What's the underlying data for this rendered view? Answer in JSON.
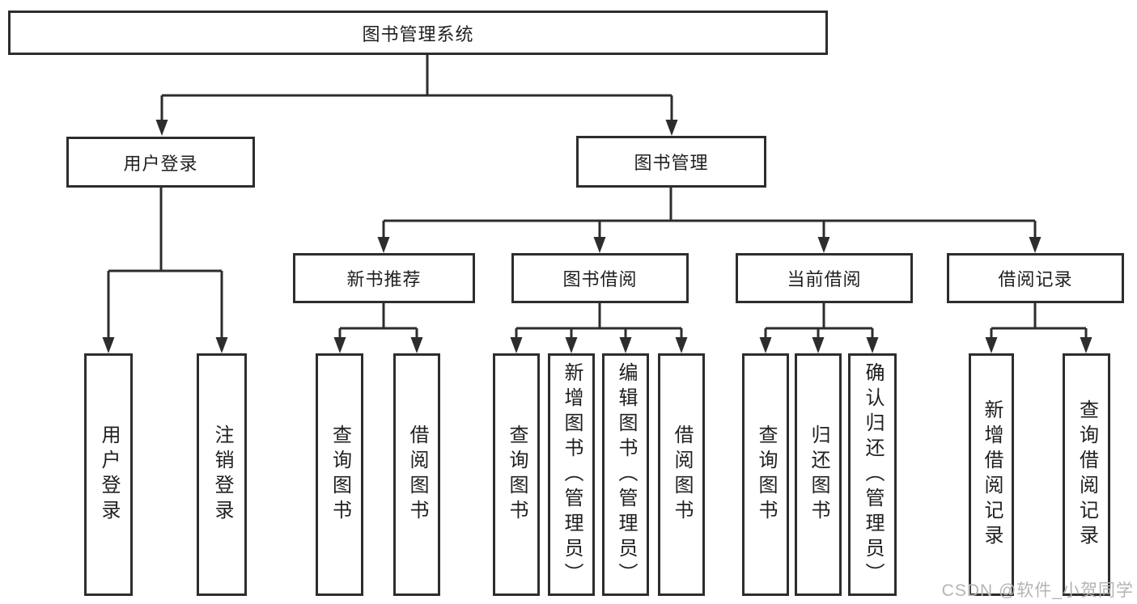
{
  "tree": {
    "label": "图书管理系统",
    "children": [
      {
        "label": "用户登录",
        "children": [
          {
            "label": "用户登录"
          },
          {
            "label": "注销登录"
          }
        ]
      },
      {
        "label": "图书管理",
        "children": [
          {
            "label": "新书推荐",
            "children": [
              {
                "label": "查询图书"
              },
              {
                "label": "借阅图书"
              }
            ]
          },
          {
            "label": "图书借阅",
            "children": [
              {
                "label": "查询图书"
              },
              {
                "label": "新增图书（管理员）"
              },
              {
                "label": "编辑图书（管理员）"
              },
              {
                "label": "借阅图书"
              }
            ]
          },
          {
            "label": "当前借阅",
            "children": [
              {
                "label": "查询图书"
              },
              {
                "label": "归还图书"
              },
              {
                "label": "确认归还（管理员）"
              }
            ]
          },
          {
            "label": "借阅记录",
            "children": [
              {
                "label": "新增借阅记录"
              },
              {
                "label": "查询借阅记录"
              }
            ]
          }
        ]
      }
    ]
  },
  "watermark": "CSDN @软件_小贺同学",
  "colors": {
    "line": "#2d2d2d",
    "text": "#1f1f1f",
    "watermark_text": "#b4b4b4",
    "background": "#ffffff"
  }
}
